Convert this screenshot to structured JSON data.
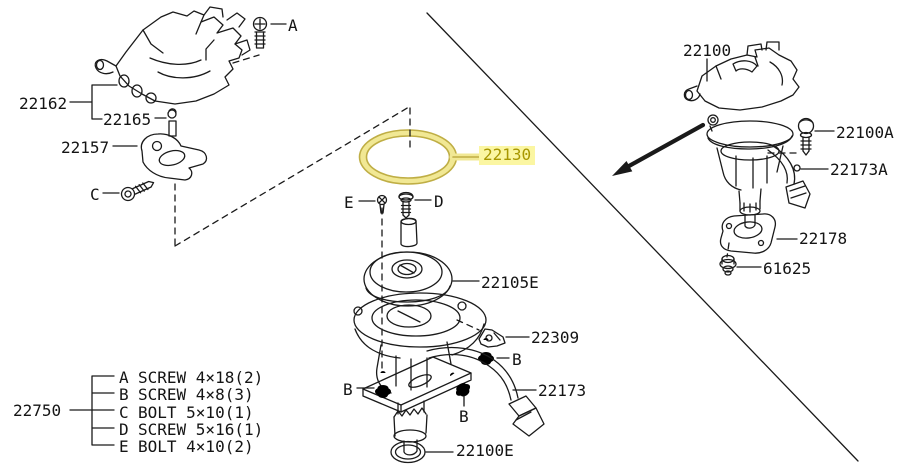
{
  "callouts": {
    "cap": "22162",
    "cap_clip": "22165",
    "rotor": "22157",
    "cap_oring": "22130",
    "distributor_body": "22105E",
    "bracket": "22309",
    "harness": "22173",
    "shaft_oring": "22100E",
    "distributor_assembly": "22100",
    "assembly_screw": "22100A",
    "assembly_harness": "22173A",
    "mounting_gasket": "22178",
    "gasket_bolt": "61625"
  },
  "fastener_refs": {
    "a": "A",
    "b": "B",
    "c": "C",
    "d": "D",
    "e": "E"
  },
  "legend": {
    "part": "22750",
    "items": [
      {
        "key": "A",
        "desc": "SCREW 4×18(2)"
      },
      {
        "key": "B",
        "desc": "SCREW 4×8(3)"
      },
      {
        "key": "C",
        "desc": "BOLT 5×10(1)"
      },
      {
        "key": "D",
        "desc": "SCREW 5×16(1)"
      },
      {
        "key": "E",
        "desc": "BOLT 4×10(2)"
      }
    ]
  },
  "highlight": {
    "selected_part": "22130",
    "label_bg": "#FBF6A2",
    "label_fg": "#A89700",
    "band": "#F1E894",
    "edge": "#BFAE45"
  },
  "colors": {
    "line": "#1a1a1a",
    "background": "#FFFFFF"
  }
}
